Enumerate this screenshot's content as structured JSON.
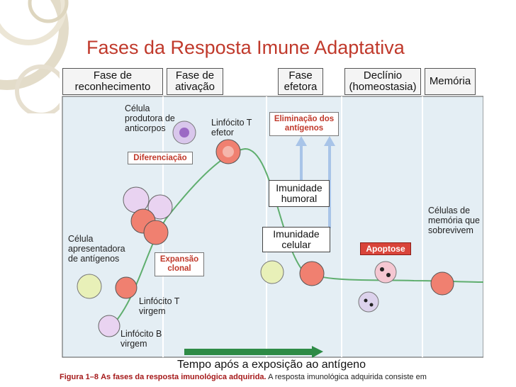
{
  "slide": {
    "title": "Fases da Resposta Imune Adaptativa"
  },
  "phases": [
    {
      "label": "Fase de reconhecimento"
    },
    {
      "label": "Fase de ativação"
    },
    {
      "label": "Fase efetora"
    },
    {
      "label": "Declínio (homeostasia)"
    },
    {
      "label": "Memória"
    }
  ],
  "labels": {
    "plasma_cell": "Célula produtora de anticorpos",
    "effector_t": "Linfócito T efetor",
    "differentiation": "Diferenciação",
    "antigen_elimination": "Eliminação dos antígenos",
    "humoral_immunity": "Imunidade humoral",
    "cellular_immunity": "Imunidade celular",
    "apc": "Célula apresentadora de antígenos",
    "clonal_expansion": "Expansão clonal",
    "apoptosis": "Apoptose",
    "memory_cells": "Células de memória que sobrevivem",
    "naive_t": "Linfócito T virgem",
    "naive_b": "Linfócito B virgem",
    "time_axis": "Tempo após a exposição ao antígeno"
  },
  "caption": {
    "figure_number": "Figura 1–8",
    "text": "As fases da resposta imunológica adquirida.",
    "continuation": "A resposta imunológica adquirida consiste em"
  },
  "colors": {
    "title": "#c0392b",
    "panel_bg": "#e4eef4",
    "curve": "#5fae6e",
    "arrow": "#2e8b46",
    "highlight_red": "#d9443a",
    "t_cell": "#f08070",
    "b_cell": "#c9a3d8"
  }
}
